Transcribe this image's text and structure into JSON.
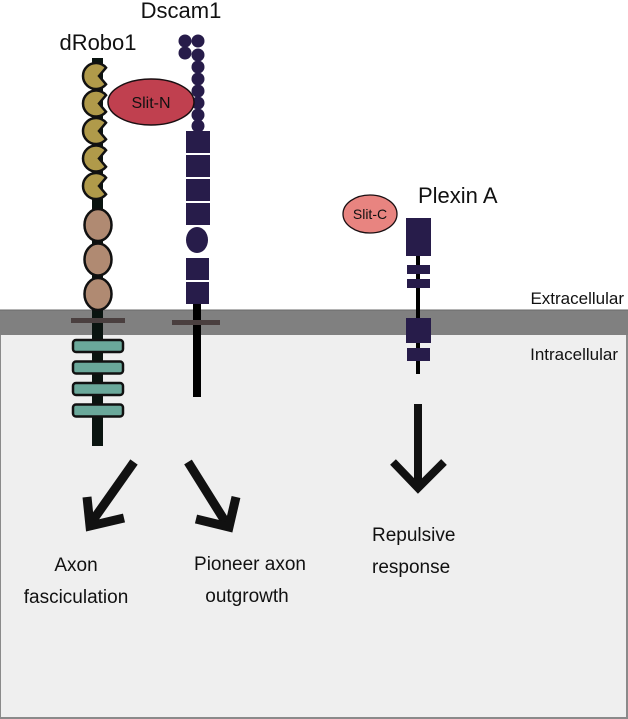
{
  "receptors": {
    "robo": {
      "name": "dRobo1",
      "ig_domain_color": "#b09a4a",
      "fn_domain_color": "#b08a72",
      "intracellular_color": "#6aa89a",
      "ig_domains": 5,
      "fn_domains": 3,
      "intracellular_motifs": 4
    },
    "dscam": {
      "name": "Dscam1",
      "color": "#271c4a"
    },
    "plexin": {
      "name": "Plexin A",
      "color": "#271c4a"
    }
  },
  "ligands": {
    "slit_n": {
      "label": "Slit-N",
      "color": "#c0404f"
    },
    "slit_c": {
      "label": "Slit-C",
      "color": "#e88480"
    }
  },
  "compartments": {
    "extracellular": "Extracellular",
    "intracellular": "Intracellular",
    "membrane_color": "#808080",
    "cytoplasm_color": "#efefef"
  },
  "outcomes": {
    "robo": {
      "line1": "Axon",
      "line2": "fasciculation"
    },
    "dscam": {
      "line1": "Pioneer axon",
      "line2": "outgrowth"
    },
    "plexin": {
      "line1": "Repulsive",
      "line2": "response"
    }
  }
}
